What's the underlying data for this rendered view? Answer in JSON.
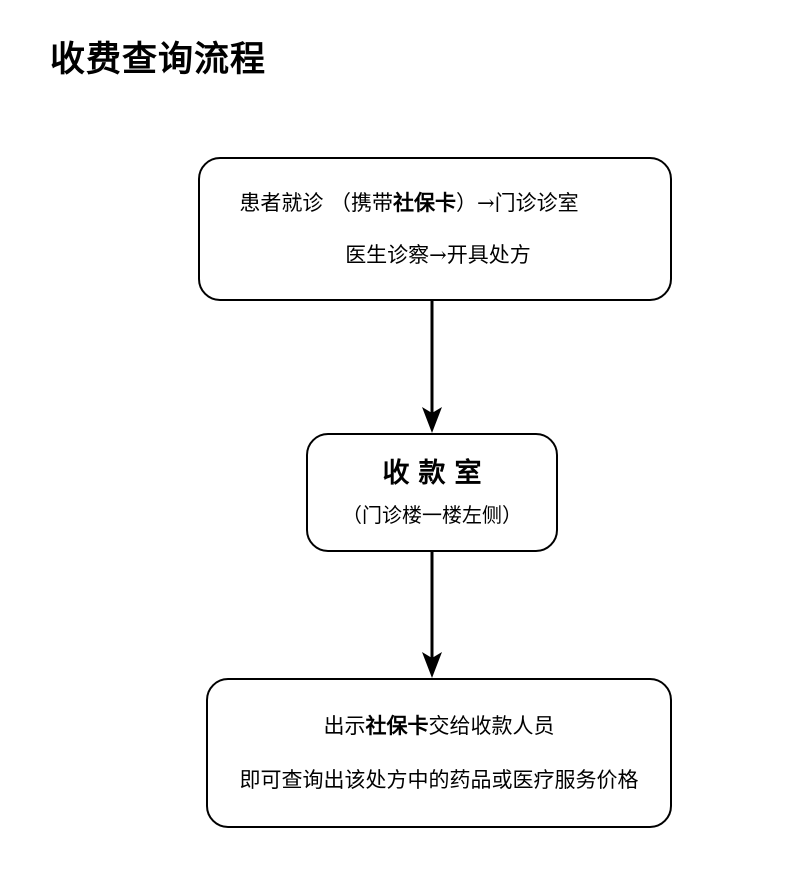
{
  "page": {
    "title": "收费查询流程",
    "background_color": "#ffffff",
    "line_color": "#000000",
    "text_color": "#000000"
  },
  "flow": {
    "steps": [
      {
        "id": "visit",
        "name": "patient-visit",
        "line_1_prefix": "患者就诊 （携带",
        "line_1_bold": "社保卡",
        "line_1_suffix": "）→门诊诊室",
        "line_2": "医生诊察→开具处方"
      },
      {
        "id": "cashier",
        "name": "cashier-room",
        "line_1": "收款室",
        "line_2": "（门诊楼一楼左侧）"
      },
      {
        "id": "query",
        "name": "price-query",
        "line_1_prefix": "出示",
        "line_1_bold": "社保卡",
        "line_1_suffix": "交给收款人员",
        "line_2": "即可查询出该处方中的药品或医疗服务价格"
      }
    ],
    "connectors": [
      {
        "id": "connector-1",
        "from": "visit",
        "to": "cashier",
        "direction": "down"
      },
      {
        "id": "connector-2",
        "from": "cashier",
        "to": "query",
        "direction": "down"
      }
    ]
  }
}
